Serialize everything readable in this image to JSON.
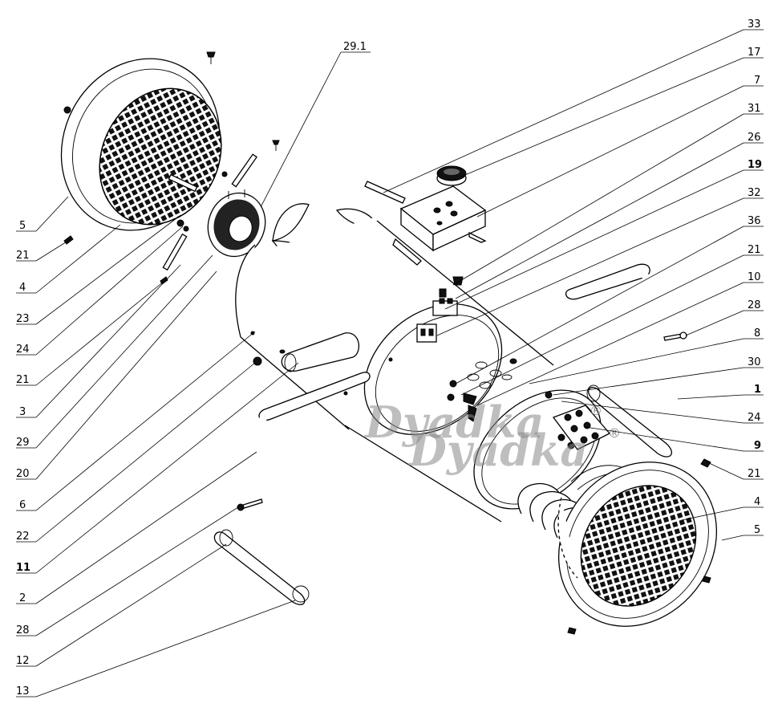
{
  "diagram": {
    "watermark": "Dyadka",
    "watermark_mark": "®",
    "labels_right": [
      "33",
      "17",
      "7",
      "31",
      "26",
      "19",
      "32",
      "36",
      "21",
      "10",
      "28",
      "8",
      "30",
      "1",
      "24",
      "9",
      "21",
      "4",
      "5"
    ],
    "labels_left": [
      "5",
      "21",
      "4",
      "23",
      "24",
      "21",
      "3",
      "29",
      "20",
      "6",
      "22",
      "11",
      "2",
      "28",
      "12",
      "13"
    ],
    "label_top": "29.1"
  }
}
